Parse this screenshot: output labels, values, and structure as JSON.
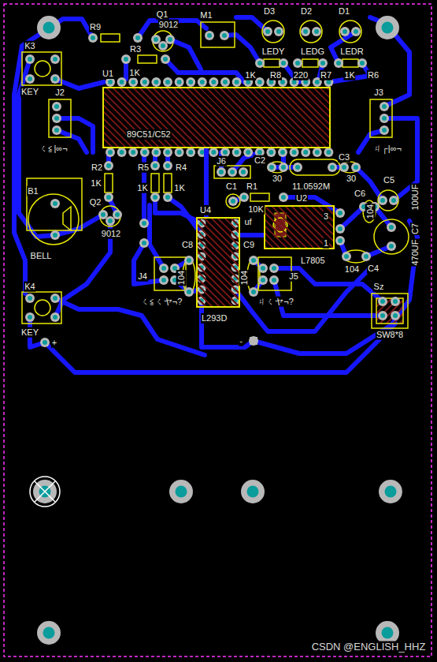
{
  "diagram": {
    "nodes": [
      {
        "text": [
          "U1",
          "89C51/C52"
        ]
      },
      {
        "text": [
          "U4",
          "L293D"
        ]
      },
      {
        "text": [
          "U2",
          "L7805"
        ]
      }
    ],
    "edges": [
      {
        "from": 0,
        "to": 1,
        "arrow": "none"
      },
      {
        "from": 2,
        "to": 1,
        "arrow": "none"
      }
    ],
    "labels": [
      "D3",
      "D2",
      "D1",
      "R9",
      "Q1",
      "9012",
      "M1",
      "K3",
      "R3",
      "1K",
      "LEDY",
      "LEDG",
      "LEDR",
      "1K",
      "R8",
      "220",
      "R7",
      "1K",
      "R6",
      "KEY",
      "J2",
      "J3",
      "ㄑ≦|∞¬",
      "ㄐ┌|∞¬",
      "R2",
      "1K",
      "R5",
      "R4",
      "J6",
      "C2",
      "30",
      "C3",
      "30",
      "11.0592M",
      "C1",
      "R1",
      "1K",
      "1K",
      "B1",
      "Q2",
      "9012",
      "10K",
      "C5",
      "C6",
      "uf",
      "100UF",
      "BELL",
      "104",
      "3",
      "1",
      "C8",
      "C9",
      "C7",
      "470UF",
      "104",
      "C4",
      "J4",
      "ㄑ≦ㄑヤ¬?",
      "104",
      "104",
      "J5",
      "ㄐㄑヤ¬?",
      "K4",
      "KEY",
      "+",
      "Sz",
      "SW8*8",
      "-",
      "CSDN @ENGLISH_HHZ"
    ]
  }
}
